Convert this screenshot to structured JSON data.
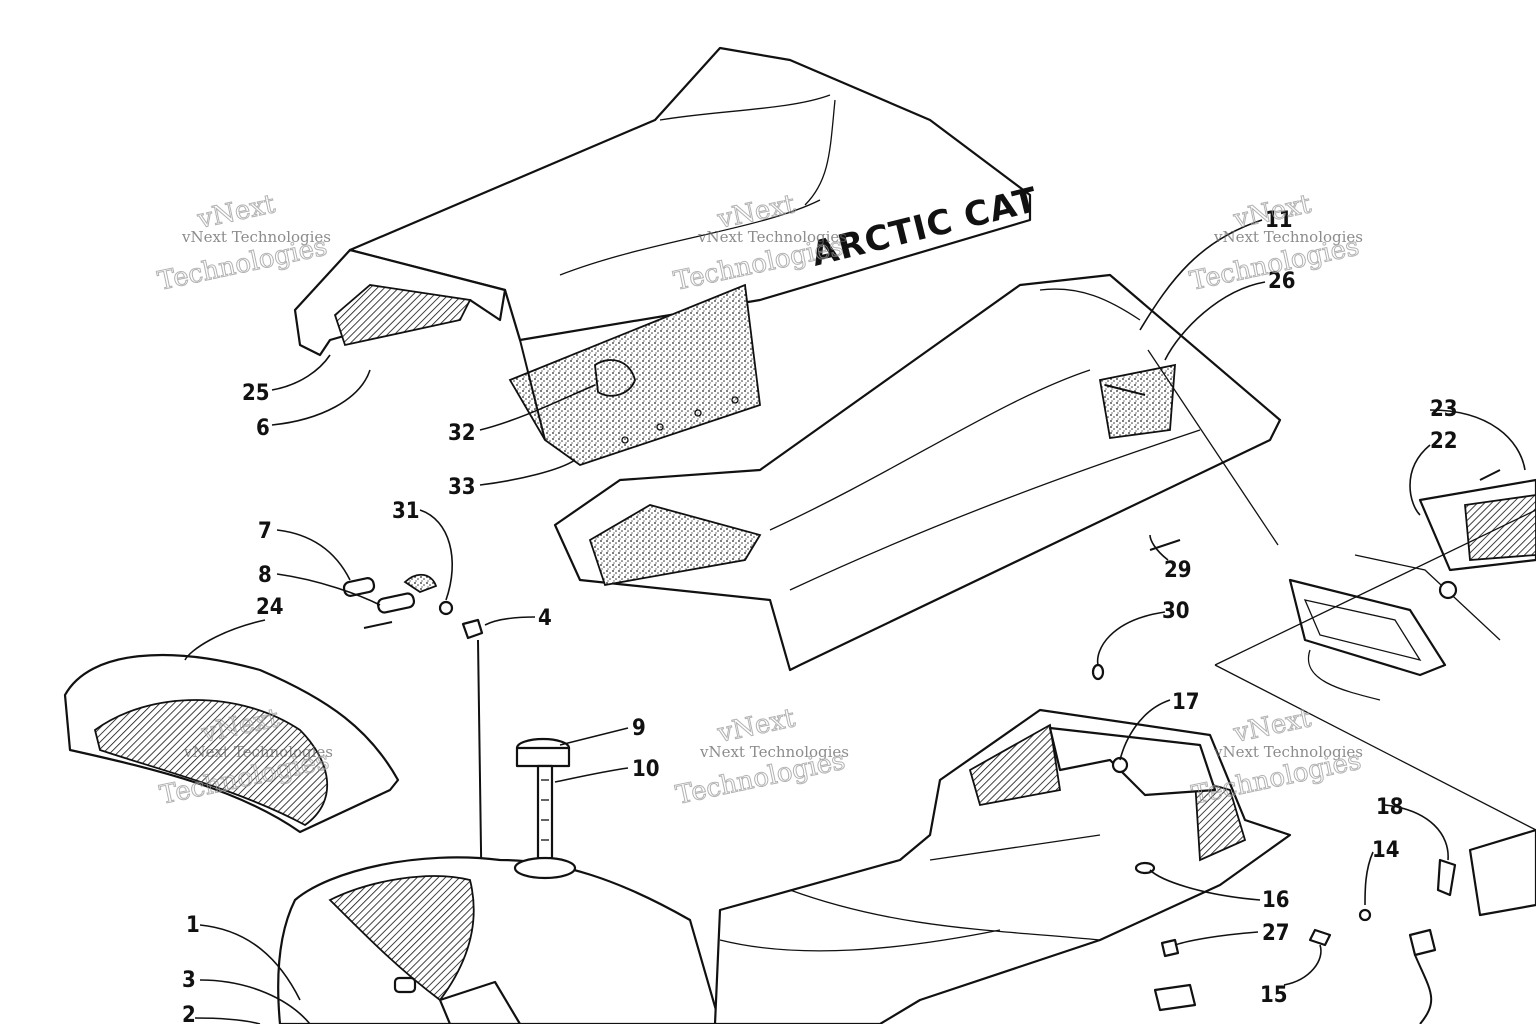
{
  "brand_logo": "ARCTIC CAT",
  "watermark": {
    "line_small": "vNext Technologies",
    "line_big_1": "vNext",
    "line_big_2": "Technologies"
  },
  "callouts": {
    "c1": "1",
    "c2": "2",
    "c3": "3",
    "c4": "4",
    "c6": "6",
    "c7": "7",
    "c8": "8",
    "c9": "9",
    "c10": "10",
    "c11": "11",
    "c14": "14",
    "c15": "15",
    "c16": "16",
    "c17": "17",
    "c18": "18",
    "c22": "22",
    "c23": "23",
    "c24": "24",
    "c25": "25",
    "c26": "26",
    "c27": "27",
    "c29": "29",
    "c30": "30",
    "c31": "31",
    "c32": "32",
    "c33": "33"
  }
}
